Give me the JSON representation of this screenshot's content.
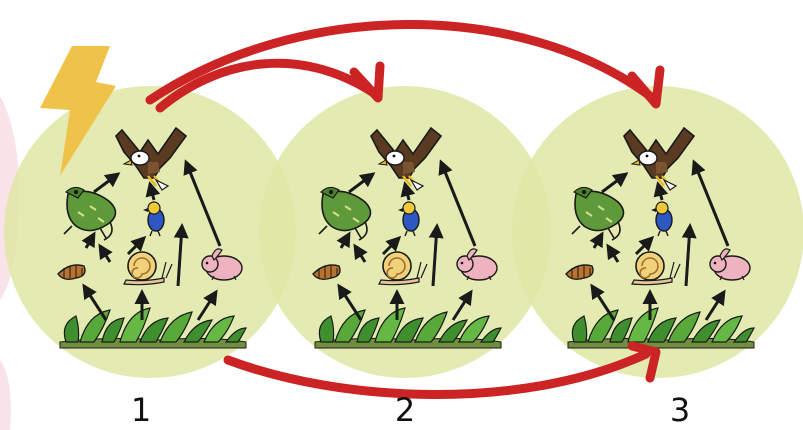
{
  "panels": [
    {
      "label": "1"
    },
    {
      "label": "2"
    },
    {
      "label": "3"
    }
  ],
  "icons": {
    "disturbance": "lightning-bolt-icon",
    "organisms": [
      "eagle-icon",
      "lizard-icon",
      "bird-icon",
      "caterpillar-icon",
      "snail-icon",
      "rabbit-icon",
      "plants-icon"
    ]
  },
  "colors": {
    "circle_fill": "#dfe8a4",
    "arrow_red": "#cc2424",
    "arrow_black": "#1a1a1a",
    "bolt": "#efc34a",
    "background_blush": "#f7e3e8"
  }
}
